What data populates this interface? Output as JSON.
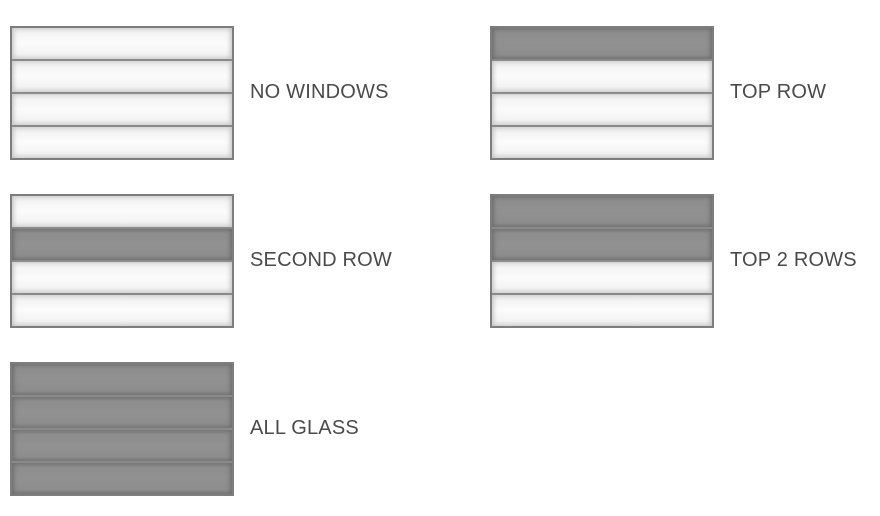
{
  "options": [
    {
      "label": "NO WINDOWS",
      "panels": [
        "solid",
        "solid",
        "solid",
        "solid"
      ]
    },
    {
      "label": "TOP ROW",
      "panels": [
        "glass",
        "solid",
        "solid",
        "solid"
      ]
    },
    {
      "label": "SECOND ROW",
      "panels": [
        "solid",
        "glass",
        "solid",
        "solid"
      ]
    },
    {
      "label": "TOP 2 ROWS",
      "panels": [
        "glass",
        "glass",
        "solid",
        "solid"
      ]
    },
    {
      "label": "ALL GLASS",
      "panels": [
        "glass",
        "glass",
        "glass",
        "glass"
      ]
    }
  ],
  "colors": {
    "solid_panel": "#f4f4f4",
    "glass_panel": "#8d8d8d",
    "frame": "#7d7d7d",
    "label_text": "#4a4a4a"
  }
}
